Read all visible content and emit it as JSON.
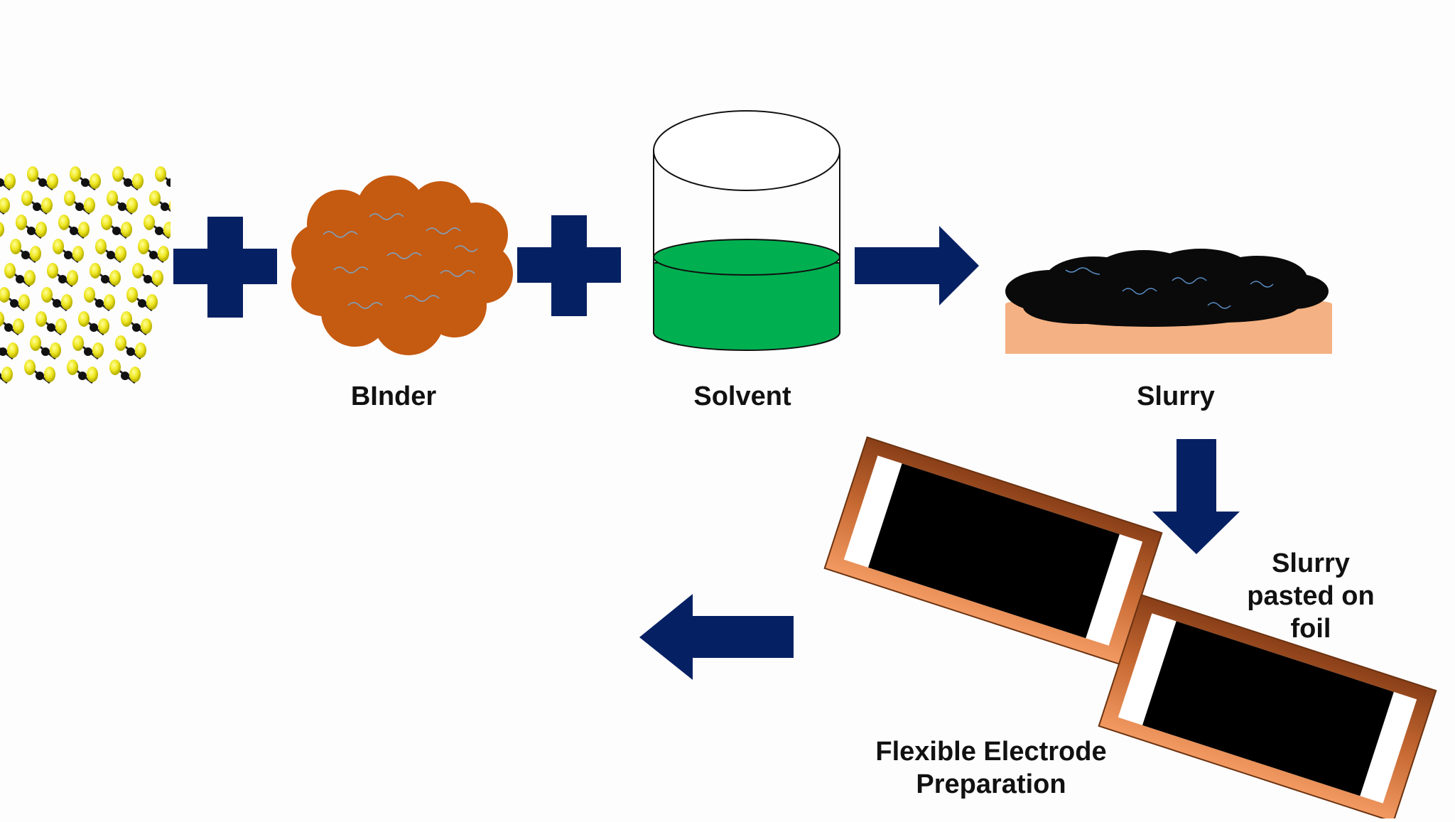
{
  "labels": {
    "binder": "BInder",
    "solvent": "Solvent",
    "slurry": "Slurry",
    "slurry_pasted": [
      "Slurry",
      "pasted on",
      "foil"
    ],
    "flexible": [
      "Flexible Electrode",
      "Preparation"
    ]
  },
  "icons": {
    "plus": "plus-icon",
    "arrow": "arrow-icon"
  },
  "colors": {
    "arrow_navy": "#062163",
    "binder_orange": "#c55a11",
    "solvent_green": "#00b050",
    "slurry_black": "#0a0a0a",
    "slurry_base": "#f4b183",
    "foil_copper": "#c0602a",
    "crystal_yellow": "#f2ee2a"
  }
}
